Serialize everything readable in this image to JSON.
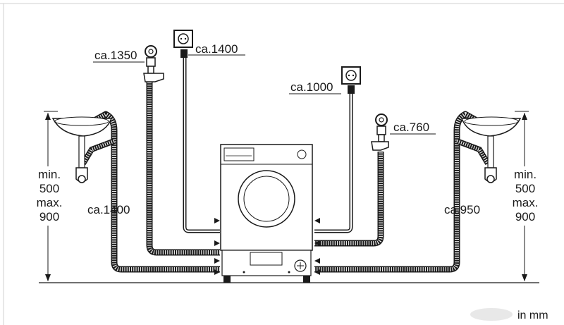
{
  "labels": {
    "water_tap_left": "ca.1350",
    "power_left": "ca.1400",
    "power_right": "ca.1000",
    "water_tap_right": "ca.760",
    "drain_left": "ca.1400",
    "drain_right": "ca.950",
    "height_left": [
      "min.",
      "500",
      "max.",
      "900"
    ],
    "height_right": [
      "min.",
      "500",
      "max.",
      "900"
    ]
  },
  "units": "in mm",
  "colors": {
    "line": "#1a1a1a",
    "hose_fill": "#e6e6e6",
    "frame": "#cfcfcf"
  }
}
